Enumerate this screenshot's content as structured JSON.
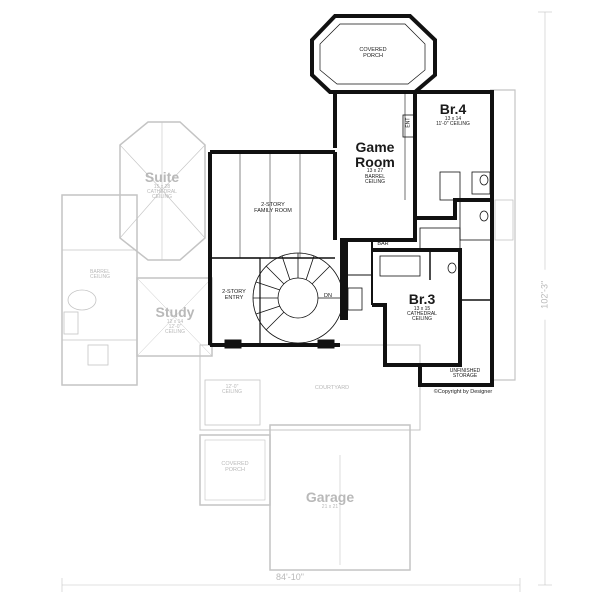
{
  "rooms": {
    "covered_porch_top": "COVERED\nPORCH",
    "game_room": {
      "name": "Game\nRoom",
      "dims": "13 x 27",
      "ceiling": "BARREL\nCEILING"
    },
    "br4": {
      "name": "Br.4",
      "dims": "13 x 14",
      "ceiling": "11'-0\" CEILING"
    },
    "family_room": "2-STORY\nFAMILY ROOM",
    "entry": "2-STORY\nENTRY",
    "bar": "BAR",
    "dn": "DN",
    "ent": "ENT",
    "br3": {
      "name": "Br.3",
      "dims": "13 x 15",
      "ceiling": "CATHEDRAL\nCEILING"
    },
    "unfinished_storage": "UNFINISHED\nSTORAGE",
    "suite": {
      "name": "Suite",
      "dims": "15 x 28",
      "ceiling": "CATHEDRAL\nCEILING"
    },
    "study": {
      "name": "Study",
      "dims": "12 x 14",
      "ceiling": "12'-0\"\nCEILING"
    },
    "barrel_ceiling_left": "BARREL\nCEILING",
    "courtyard": "COURTYARD",
    "ceiling_porch": "12'-0\"\nCEILING",
    "covered_porch_bottom": "COVERED\nPORCH",
    "garage": {
      "name": "Garage",
      "dims": "21 x 21"
    }
  },
  "dimensions": {
    "width": "84'-10\"",
    "depth": "102'-3\""
  },
  "copyright": "©Copyright by Designer",
  "colors": {
    "wall": "#111111",
    "ghost": "#bdbdbd",
    "background": "#ffffff"
  }
}
